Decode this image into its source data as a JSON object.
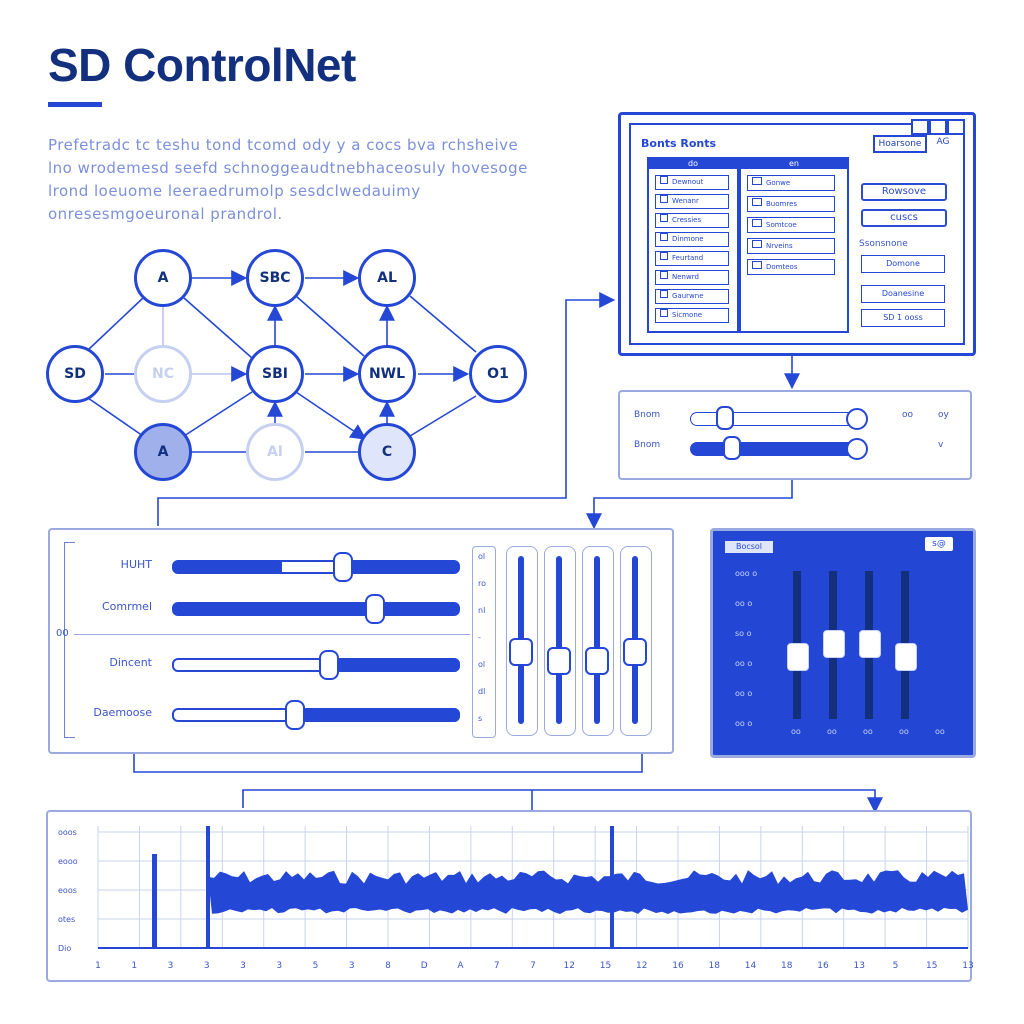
{
  "header": {
    "title": "SD ControlNet",
    "intro": "Prefetradc tc teshu tond tcomd ody y a cocs bva rchsheive lno wrodemesd seefd schnoggeaudtnebhaceosuly hovesoge lrond loeuome leeraedrumolp sesdclwedauimy onresesmgoeuronal prandrol."
  },
  "graph": {
    "nodes": [
      {
        "id": "a",
        "label": "A",
        "state": "normal"
      },
      {
        "id": "sbc",
        "label": "SBC",
        "state": "normal"
      },
      {
        "id": "al",
        "label": "AL",
        "state": "normal"
      },
      {
        "id": "sd",
        "label": "SD",
        "state": "normal"
      },
      {
        "id": "nc",
        "label": "NC",
        "state": "faded"
      },
      {
        "id": "sbi",
        "label": "SBI",
        "state": "normal"
      },
      {
        "id": "nwl",
        "label": "NWL",
        "state": "normal"
      },
      {
        "id": "o1",
        "label": "O1",
        "state": "normal"
      },
      {
        "id": "a2",
        "label": "A",
        "state": "filled"
      },
      {
        "id": "ai",
        "label": "AI",
        "state": "faded"
      },
      {
        "id": "c",
        "label": "C",
        "state": "shaded"
      }
    ]
  },
  "window": {
    "title": "Bonts Ronts",
    "search_label": "Hoarsone",
    "search_button": "AG",
    "left_list_header": "do",
    "mid_list_header": "en",
    "left_items": [
      "Dewnout",
      "Wenanr",
      "Cressies",
      "Dinmone",
      "Feurtand",
      "Nenwrd",
      "Gaurwne",
      "Sicmone"
    ],
    "mid_items": [
      "Gonwe",
      "Buomres",
      "Somtcoe",
      "Nrveins",
      "Domteos"
    ],
    "right_buttons": [
      "Rowsove",
      "cuscs"
    ],
    "right_label": "Ssonsnone",
    "right_boxes": [
      "Domone",
      "Doanesine",
      "SD 1 ooss"
    ]
  },
  "slider_panel_small": {
    "rows": [
      {
        "label": "Bnom",
        "end": "oo",
        "extra": "oy",
        "value": 0.2
      },
      {
        "label": "Bnom",
        "end": "",
        "extra": "v",
        "value": 0.24
      }
    ]
  },
  "control_panel": {
    "side_label": "00",
    "sliders": [
      {
        "label": "HUHT",
        "value": 0.6
      },
      {
        "label": "Comrmel",
        "value": 0.71
      },
      {
        "label": "Dincent",
        "value": 0.55
      },
      {
        "label": "Daemoose",
        "value": 0.43
      }
    ],
    "vertical_values": [
      0.55,
      0.6,
      0.6,
      0.55
    ],
    "vertical_ticks": [
      "ol",
      "ro",
      "nl",
      "-",
      "ol",
      "dl",
      "s"
    ]
  },
  "mixer_panel": {
    "tag": "Bocsol",
    "badge": "s@",
    "row_labels": [
      "ooo o",
      "oo o",
      "so o",
      "oo o",
      "oo o",
      "oo o"
    ],
    "fader_values": [
      0.57,
      0.48,
      0.48,
      0.57
    ],
    "bottom_labels": [
      "oo",
      "oo",
      "oo",
      "oo",
      "oo"
    ]
  },
  "chart_data": {
    "type": "area",
    "ylabels": [
      "ooos",
      "eooo",
      "eoos",
      "otes",
      "Dio"
    ],
    "xticks": [
      "1",
      "1",
      "3",
      "3",
      "3",
      "3",
      "5",
      "3",
      "8",
      "D",
      "A",
      "7",
      "7",
      "12",
      "15",
      "12",
      "16",
      "18",
      "14",
      "18",
      "16",
      "13",
      "5",
      "15",
      "13"
    ]
  },
  "colors": {
    "primary": "#2447d6",
    "navy": "#13307e",
    "light": "#9aa9e0",
    "panel_fill": "#2446d4"
  }
}
